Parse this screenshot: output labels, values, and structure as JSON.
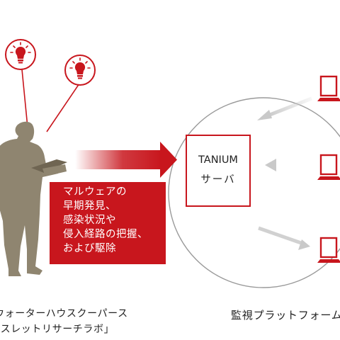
{
  "left_caption": {
    "line1": "ウォーターハウスクーパース",
    "line2": "「スレットリサーチラボ」"
  },
  "red_box": {
    "lines": [
      "マルウェアの",
      "早期発見、",
      "感染状況や",
      "侵入経路の把握、",
      "および駆除"
    ]
  },
  "server": {
    "line1": "TANIUM",
    "line2": "サーバ"
  },
  "right_caption": "監視プラットフォーム",
  "icons": [
    "person-with-laptop-icon",
    "lightbulb-icon",
    "laptop-icon",
    "big-arrow-icon"
  ],
  "colors": {
    "accent_red": "#c8161d",
    "person_olive": "#8f8570",
    "circle_gray": "#9a9a9a",
    "arrow_gray": "#c9c9c9"
  }
}
